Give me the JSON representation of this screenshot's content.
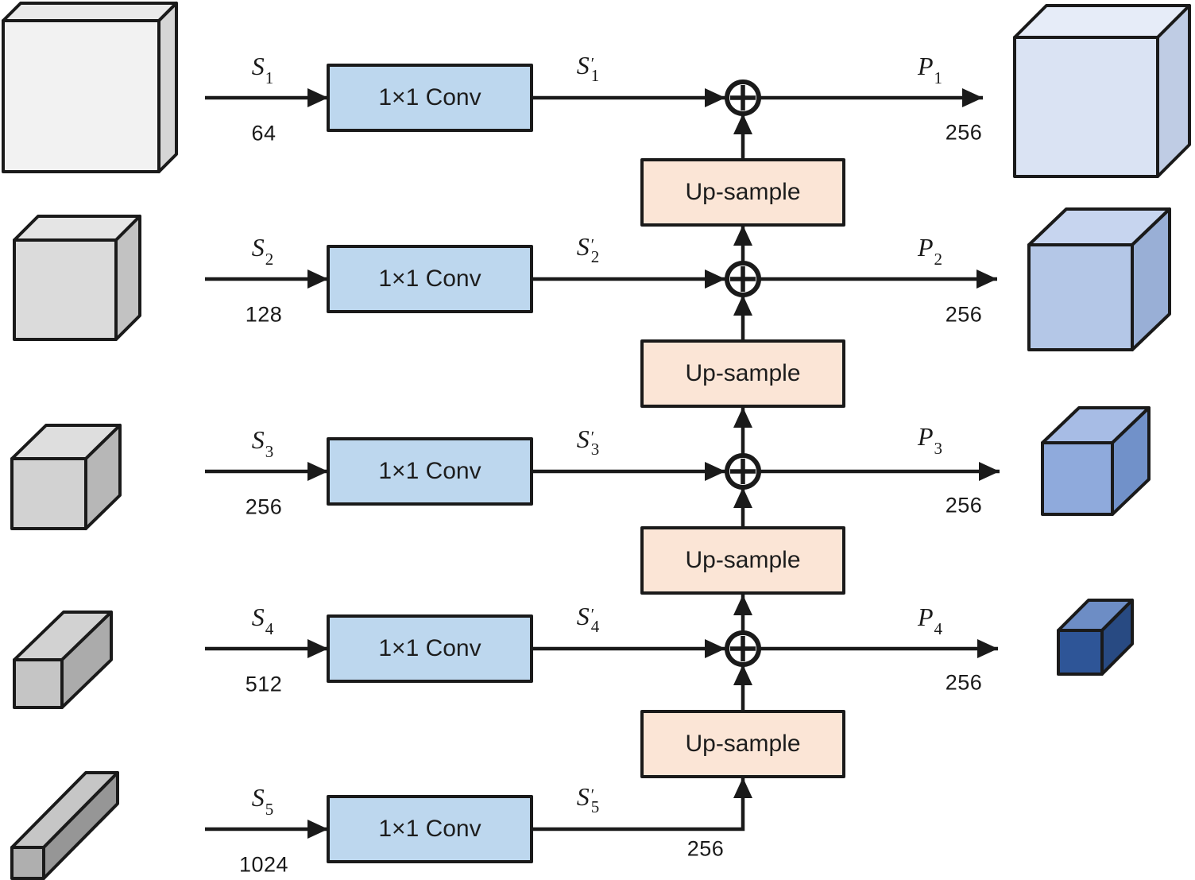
{
  "labels": {
    "conv": "1×1 Conv",
    "upsample": "Up-sample"
  },
  "rows": [
    {
      "stage": "S",
      "index": "1",
      "prime": "′",
      "in_channels": "64",
      "out_stage": "P",
      "out_channels": "256"
    },
    {
      "stage": "S",
      "index": "2",
      "prime": "′",
      "in_channels": "128",
      "out_stage": "P",
      "out_channels": "256"
    },
    {
      "stage": "S",
      "index": "3",
      "prime": "′",
      "in_channels": "256",
      "out_stage": "P",
      "out_channels": "256"
    },
    {
      "stage": "S",
      "index": "4",
      "prime": "′",
      "in_channels": "512",
      "out_stage": "P",
      "out_channels": "256"
    },
    {
      "stage": "S",
      "index": "5",
      "prime": "′",
      "in_channels": "1024",
      "mid_channels": "256"
    }
  ],
  "colors": {
    "stroke": "#1A1A1A",
    "conv_box_fill": "#BDD7EE",
    "upsample_box_fill": "#FBE5D6",
    "left_cubes": [
      {
        "front": "#F2F2F2",
        "top": "#EAEAEA",
        "side": "#D6D6D6"
      },
      {
        "front": "#DBDBDB",
        "top": "#E5E5E5",
        "side": "#C2C2C2"
      },
      {
        "front": "#D2D2D2",
        "top": "#DEDEDE",
        "side": "#B7B7B7"
      },
      {
        "front": "#C5C5C5",
        "top": "#D2D2D2",
        "side": "#ABABAB"
      },
      {
        "front": "#AFAFAF",
        "top": "#C6C6C6",
        "side": "#969696"
      }
    ],
    "right_cubes": [
      {
        "front": "#DAE3F3",
        "top": "#E6ECF8",
        "side": "#BFCCE4"
      },
      {
        "front": "#B4C7E7",
        "top": "#C7D5EF",
        "side": "#99AFD6"
      },
      {
        "front": "#8FAADC",
        "top": "#A7BCE5",
        "side": "#7191C9"
      },
      {
        "front": "#2E5597",
        "top": "#6D8DC5",
        "side": "#284A82"
      }
    ]
  }
}
